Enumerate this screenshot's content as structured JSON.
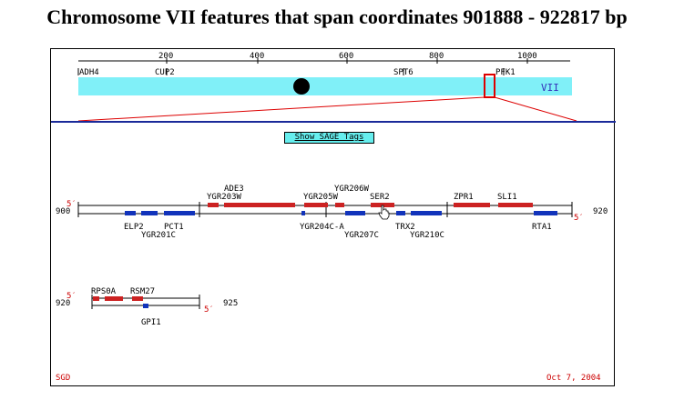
{
  "title": "Chromosome VII features that span coordinates 901888 - 922817 bp",
  "overview": {
    "ticks": [
      "200",
      "400",
      "600",
      "800",
      "1000"
    ],
    "gene_labels": [
      "ADH4",
      "CUP2",
      "SPT6",
      "PFK1"
    ],
    "chromosome_label": "VII"
  },
  "sage_button_label": "Show SAGE Tags",
  "track1": {
    "left_coord": "900",
    "right_coord": "920",
    "strand_top_left": "5′",
    "strand_bottom_right": "5′",
    "labels_top": [
      "ADE3",
      "YGR203W",
      "YGR206W",
      "YGR205W",
      "SER2",
      "ZPR1",
      "SLI1"
    ],
    "labels_bottom": [
      "ELP2",
      "PCT1",
      "YGR201C",
      "YGR204C-A",
      "YGR207C",
      "TRX2",
      "YGR210C",
      "RTA1"
    ]
  },
  "track2": {
    "left_coord": "920",
    "right_coord": "925",
    "strand_top_left": "5′",
    "strand_bottom_right": "5′",
    "labels_top": [
      "RPS0A",
      "RSM27"
    ],
    "labels_bottom": [
      "GPI1"
    ]
  },
  "footer": {
    "left": "SGD",
    "right": "Oct 7, 2004"
  },
  "colors": {
    "chromosome": "#80f0f8",
    "watson_feature": "#cc2222",
    "crick_feature": "#1133bb",
    "divider": "#1a2a99",
    "highlight": "#dd0000"
  }
}
